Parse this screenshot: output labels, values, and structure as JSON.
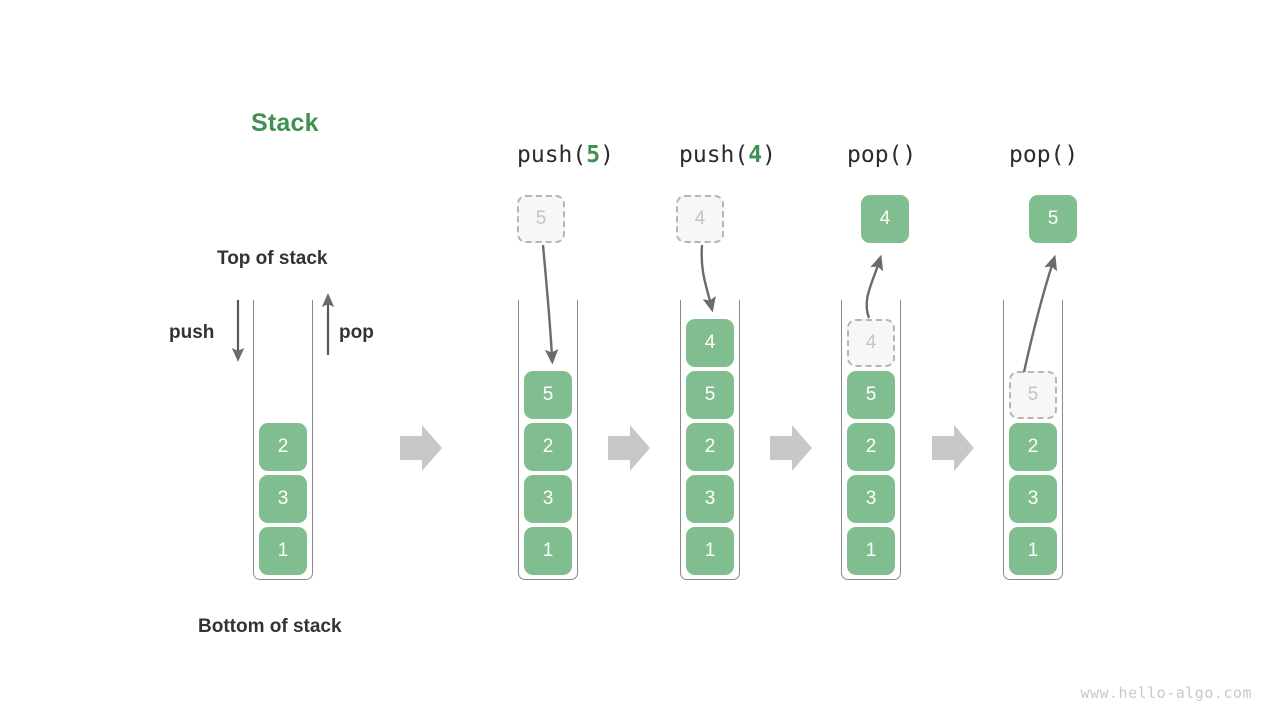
{
  "diagram": {
    "title": "Stack",
    "title_color": "#3f9153",
    "block_color": "#81be8f",
    "ghost_color": "#f7f7f7",
    "arrow_color": "#6b6b6b",
    "transition_arrow_color": "#c8c8c8",
    "watermark": "www.hello-algo.com",
    "annotations": {
      "top_of_stack": "Top of stack",
      "bottom_of_stack": "Bottom of stack",
      "push": "push",
      "pop": "pop"
    },
    "columns": [
      {
        "id": "initial",
        "op_prefix": "",
        "op_arg": "",
        "op_suffix": "",
        "stack": [
          "2",
          "3",
          "1"
        ],
        "ghost_in_stack": null,
        "floating_ghost": null,
        "floating_solid": null
      },
      {
        "id": "push-5",
        "op_prefix": "push(",
        "op_arg": "5",
        "op_suffix": ")",
        "stack": [
          "5",
          "2",
          "3",
          "1"
        ],
        "ghost_in_stack": null,
        "floating_ghost": "5",
        "floating_solid": null
      },
      {
        "id": "push-4",
        "op_prefix": "push(",
        "op_arg": "4",
        "op_suffix": ")",
        "stack": [
          "4",
          "5",
          "2",
          "3",
          "1"
        ],
        "ghost_in_stack": null,
        "floating_ghost": "4",
        "floating_solid": null
      },
      {
        "id": "pop-1",
        "op_prefix": "pop(",
        "op_arg": "",
        "op_suffix": ")",
        "stack": [
          "5",
          "2",
          "3",
          "1"
        ],
        "ghost_in_stack": "4",
        "floating_ghost": null,
        "floating_solid": "4"
      },
      {
        "id": "pop-2",
        "op_prefix": "pop(",
        "op_arg": "",
        "op_suffix": ")",
        "stack": [
          "2",
          "3",
          "1"
        ],
        "ghost_in_stack": "5",
        "floating_ghost": null,
        "floating_solid": "5"
      }
    ]
  }
}
